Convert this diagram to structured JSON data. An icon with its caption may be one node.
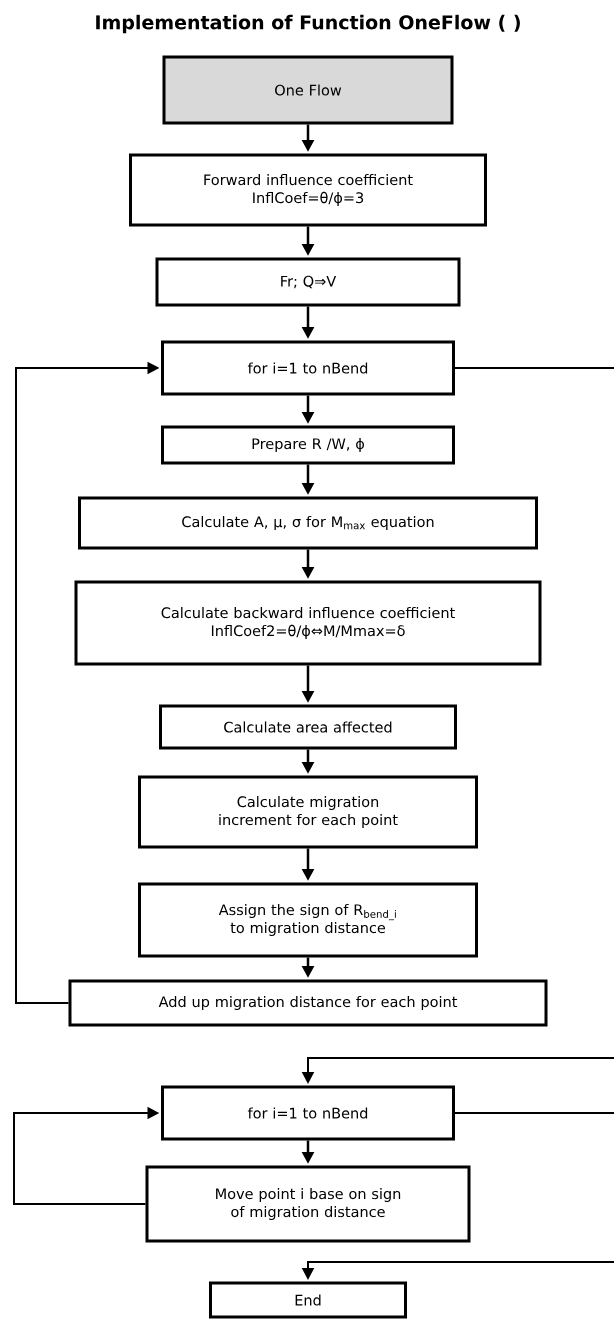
{
  "diagram": {
    "title": "Implementation of Function OneFlow ( )",
    "nodes": [
      {
        "text": [
          "One Flow"
        ]
      },
      {
        "text": [
          "Forward influence coefficient",
          "InflCoef=θ/ϕ=3"
        ]
      },
      {
        "text": [
          "Fr; Q⇒V"
        ]
      },
      {
        "text": [
          "for i=1 to nBend"
        ]
      },
      {
        "text": [
          "Prepare R /W, ϕ"
        ]
      },
      {
        "text": [
          "Calculate A, μ, σ for M$_{max}$ equation"
        ]
      },
      {
        "text": [
          "Calculate backward influence coefficient",
          "InflCoef2=θ/ϕ⇔M/Mmax=δ"
        ]
      },
      {
        "text": [
          "Calculate area affected"
        ]
      },
      {
        "text": [
          "Calculate migration increment for each point"
        ]
      },
      {
        "text": [
          "Assign the sign of R$_{bend_i}$ to migration distance"
        ]
      },
      {
        "text": [
          "Add up migration distance for each point"
        ]
      },
      {
        "text": [
          "for i=1 to nBend"
        ]
      },
      {
        "text": [
          "Move point i base on sign of migration distance"
        ]
      },
      {
        "text": [
          "End"
        ]
      }
    ],
    "edges": [
      {
        "from": 0,
        "to": 1,
        "arrow": "to"
      },
      {
        "from": 1,
        "to": 2,
        "arrow": "to"
      },
      {
        "from": 2,
        "to": 3,
        "arrow": "to"
      },
      {
        "from": 3,
        "to": 4,
        "arrow": "to"
      },
      {
        "from": 4,
        "to": 5,
        "arrow": "to"
      },
      {
        "from": 5,
        "to": 6,
        "arrow": "to"
      },
      {
        "from": 6,
        "to": 7,
        "arrow": "to"
      },
      {
        "from": 7,
        "to": 8,
        "arrow": "to"
      },
      {
        "from": 8,
        "to": 9,
        "arrow": "to"
      },
      {
        "from": 9,
        "to": 10,
        "arrow": "to"
      },
      {
        "from": 10,
        "to": 3,
        "arrow": "to"
      },
      {
        "from": 3,
        "to": null,
        "arrow": "none"
      },
      {
        "from": null,
        "to": 11,
        "arrow": "to"
      },
      {
        "from": 11,
        "to": 12,
        "arrow": "to"
      },
      {
        "from": 12,
        "to": 11,
        "arrow": "to"
      },
      {
        "from": 11,
        "to": null,
        "arrow": "none"
      },
      {
        "from": null,
        "to": 13,
        "arrow": "to"
      }
    ]
  }
}
